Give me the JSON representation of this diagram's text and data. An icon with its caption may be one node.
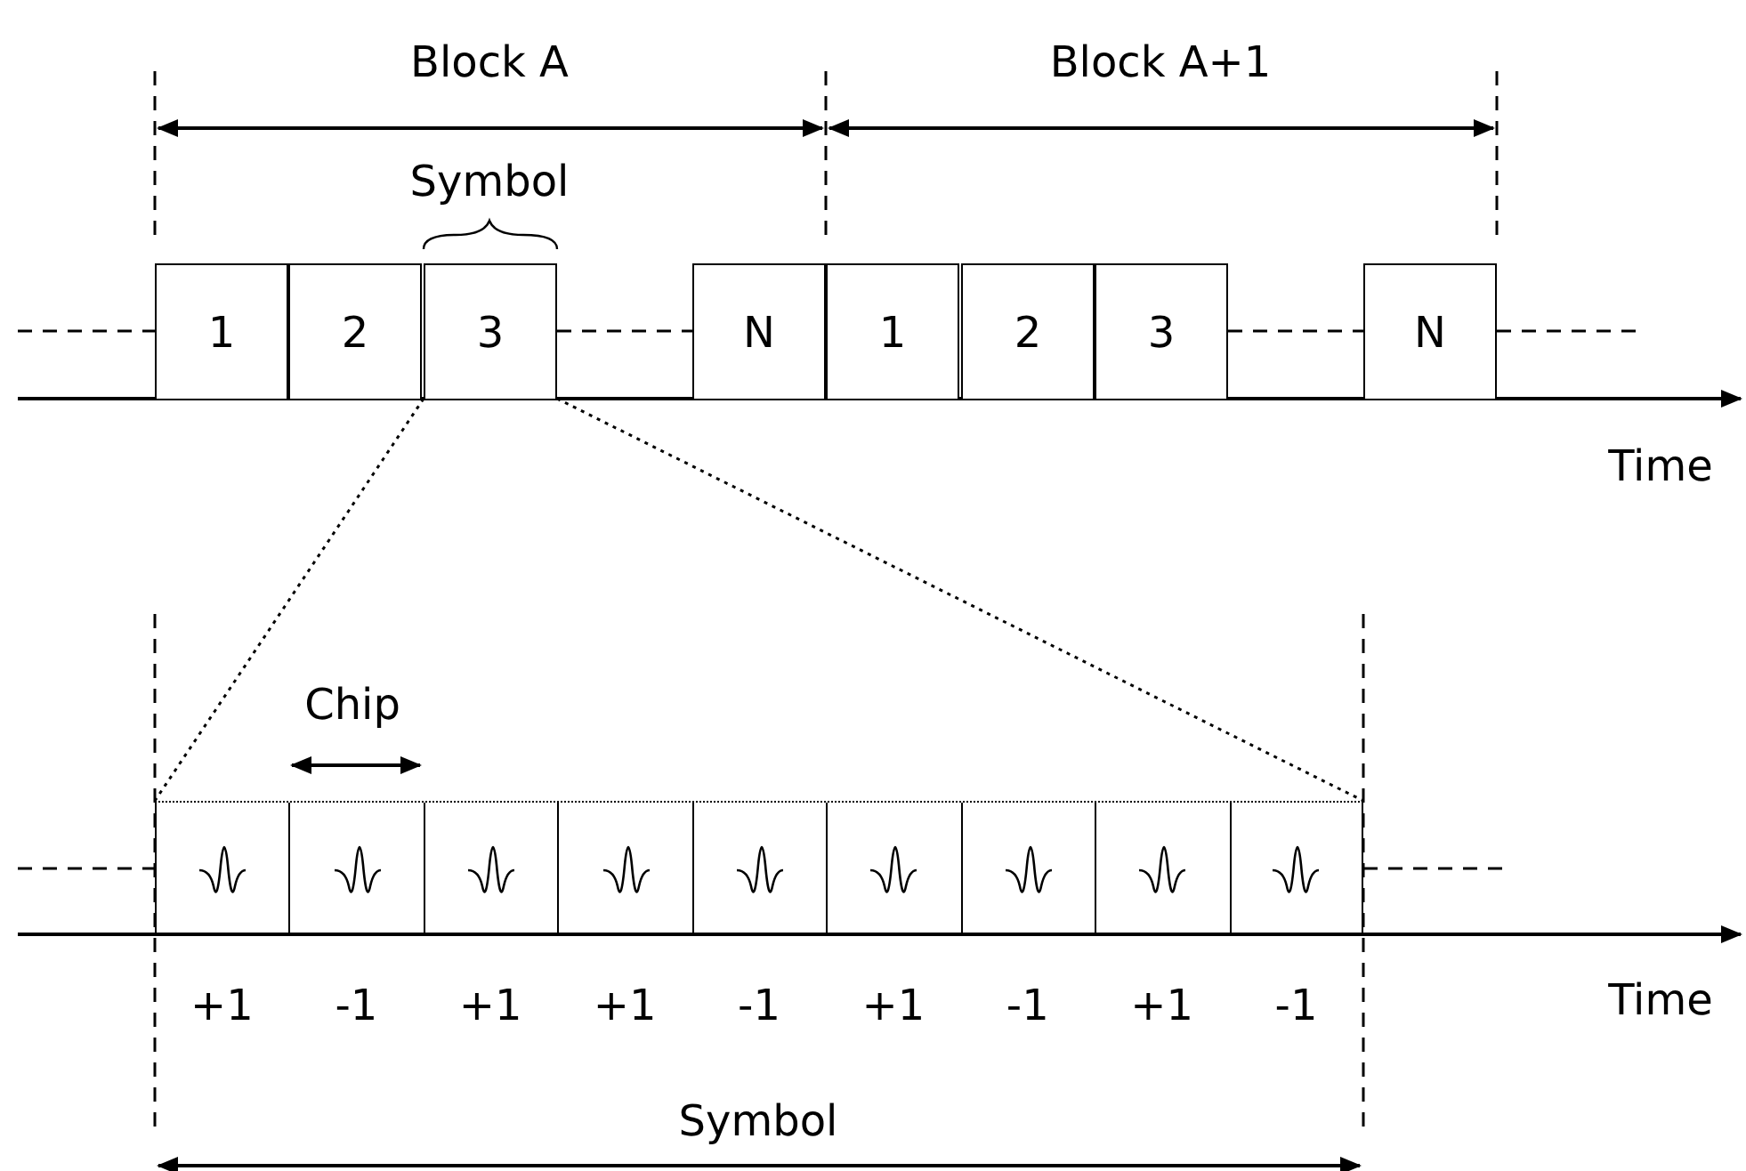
{
  "diagram": {
    "nodes": [
      {
        "text": [
          "1"
        ]
      },
      {
        "text": [
          "2"
        ]
      },
      {
        "text": [
          "3"
        ]
      },
      {
        "text": [
          "N"
        ]
      },
      {
        "text": [
          "1"
        ]
      },
      {
        "text": [
          "2"
        ]
      },
      {
        "text": [
          "3"
        ]
      },
      {
        "text": [
          "N"
        ]
      },
      {
        "text": [],
        "shape": "box"
      },
      {
        "text": [],
        "shape": "picture",
        "in": 8
      },
      {
        "text": [],
        "shape": "picture",
        "in": 8
      },
      {
        "text": [],
        "shape": "picture",
        "in": 8
      },
      {
        "text": [],
        "shape": "picture",
        "in": 8
      },
      {
        "text": [],
        "shape": "picture",
        "in": 8
      },
      {
        "text": [],
        "shape": "picture",
        "in": 8
      },
      {
        "text": [],
        "shape": "picture",
        "in": 8
      },
      {
        "text": [],
        "shape": "picture",
        "in": 8
      },
      {
        "text": [],
        "shape": "picture",
        "in": 8
      }
    ],
    "edges": [
      {
        "from": 2,
        "to": 8,
        "arrow": "none",
        "style": "dashed"
      },
      {
        "from": 2,
        "to": 8,
        "arrow": "none",
        "style": "dashed"
      },
      {
        "from": 2,
        "to": 3,
        "arrow": "none",
        "style": "dashed"
      },
      {
        "from": 6,
        "to": 7,
        "arrow": "none",
        "style": "dashed"
      }
    ],
    "labels": [
      "Block A",
      "Block A+1",
      "Symbol",
      "Time",
      "Chip",
      "+1",
      "-1",
      "+1",
      "+1",
      "-1",
      "+1",
      "-1",
      "+1",
      "-1",
      "Time",
      "Symbol"
    ]
  }
}
